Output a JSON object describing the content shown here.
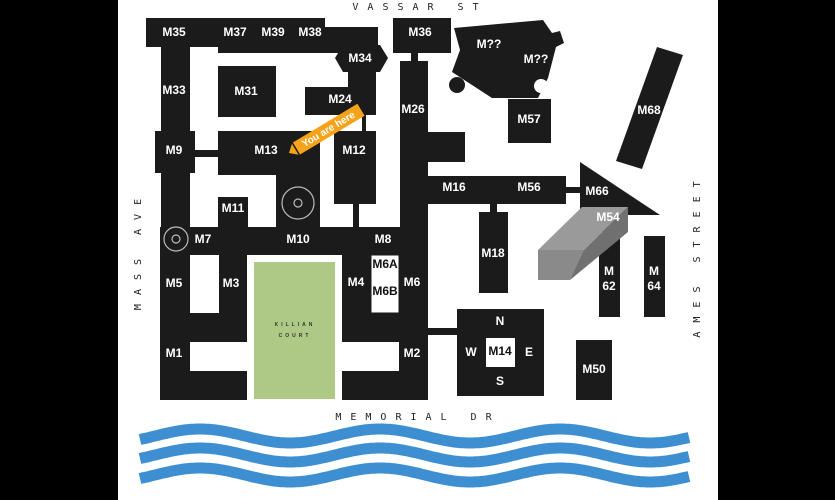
{
  "colors": {
    "building": "#1b1b1b",
    "court": "#aec985",
    "water": "#3d8fd1",
    "marker": "#f5a31a",
    "prism_light": "#9a9a9a",
    "prism_dark": "#707070"
  },
  "streets": {
    "north": "VASSAR ST",
    "west": "MASS AVE",
    "east": "AMES STREET",
    "south": "MEMORIAL DR"
  },
  "marker": {
    "label": "You are here",
    "icon": "location-arrow-icon"
  },
  "court": {
    "line1": "KILLIAN",
    "line2": "COURT"
  },
  "compass": {
    "n": "N",
    "s": "S",
    "e": "E",
    "w": "W"
  },
  "buildings": {
    "m35": "M35",
    "m37": "M37",
    "m39": "M39",
    "m38": "M38",
    "m36": "M36",
    "mq1": "M??",
    "mq2": "M??",
    "m34": "M34",
    "m33": "M33",
    "m31": "M31",
    "m24": "M24",
    "m26": "M26",
    "m57": "M57",
    "m68": "M68",
    "m9": "M9",
    "m13": "M13",
    "m12": "M12",
    "m16": "M16",
    "m56": "M56",
    "m66": "M66",
    "m54": "M54",
    "m11": "M11",
    "m7": "M7",
    "m10": "M10",
    "m8": "M8",
    "m18": "M18",
    "m5": "M5",
    "m3": "M3",
    "m4": "M4",
    "m6a": "M6A",
    "m6b": "M6B",
    "m6": "M6",
    "m62a": "M",
    "m62b": "62",
    "m64a": "M",
    "m64b": "64",
    "m1": "M1",
    "m2": "M2",
    "m14": "M14",
    "m50": "M50"
  }
}
